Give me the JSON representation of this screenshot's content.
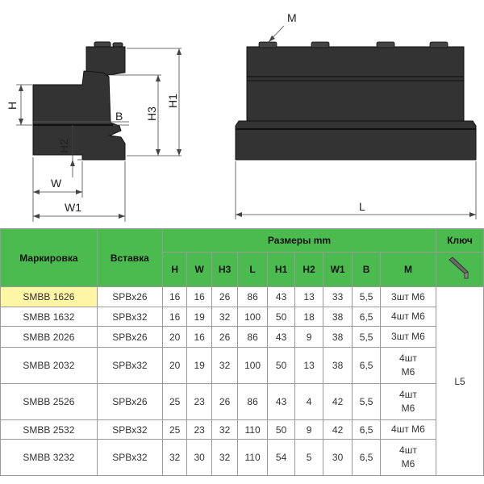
{
  "drawing": {
    "labels": {
      "H": "H",
      "W": "W",
      "W1": "W1",
      "H2": "H2",
      "H3": "H3",
      "H1": "H1",
      "B": "B",
      "M": "M",
      "L": "L"
    }
  },
  "table": {
    "headers": {
      "marking": "Маркировка",
      "insert": "Вставка",
      "dimensions": "Размеры mm",
      "key": "Ключ",
      "cols": [
        "H",
        "W",
        "H3",
        "L",
        "H1",
        "H2",
        "W1",
        "B",
        "M"
      ]
    },
    "rows": [
      {
        "marking": "SMBB 1626",
        "insert": "SPBx26",
        "H": "16",
        "W": "16",
        "H3": "26",
        "L": "86",
        "H1": "43",
        "H2": "13",
        "W1": "33",
        "B": "5,5",
        "M": [
          "3шт М6"
        ]
      },
      {
        "marking": "SMBB 1632",
        "insert": "SPBx32",
        "H": "16",
        "W": "19",
        "H3": "32",
        "L": "100",
        "H1": "50",
        "H2": "18",
        "W1": "38",
        "B": "6,5",
        "M": [
          "4шт М6"
        ]
      },
      {
        "marking": "SMBB 2026",
        "insert": "SPBx26",
        "H": "20",
        "W": "16",
        "H3": "26",
        "L": "86",
        "H1": "43",
        "H2": "9",
        "W1": "38",
        "B": "5,5",
        "M": [
          "3шт М6"
        ]
      },
      {
        "marking": "SMBB 2032",
        "insert": "SPBx32",
        "H": "20",
        "W": "19",
        "H3": "32",
        "L": "100",
        "H1": "50",
        "H2": "13",
        "W1": "38",
        "B": "6,5",
        "M": [
          "4шт",
          "М6"
        ]
      },
      {
        "marking": "SMBB 2526",
        "insert": "SPBx26",
        "H": "25",
        "W": "23",
        "H3": "26",
        "L": "86",
        "H1": "43",
        "H2": "4",
        "W1": "42",
        "B": "5,5",
        "M": [
          "4шт",
          "М6"
        ]
      },
      {
        "marking": "SMBB 2532",
        "insert": "SPBx32",
        "H": "25",
        "W": "23",
        "H3": "32",
        "L": "110",
        "H1": "50",
        "H2": "9",
        "W1": "42",
        "B": "6,5",
        "M": [
          "4шт М6"
        ]
      },
      {
        "marking": "SMBB 3232",
        "insert": "SPBx32",
        "H": "32",
        "W": "30",
        "H3": "32",
        "L": "110",
        "H1": "54",
        "H2": "5",
        "W1": "30",
        "B": "6,5",
        "M": [
          "4шт",
          "М6"
        ]
      }
    ],
    "key_value": "L5"
  }
}
